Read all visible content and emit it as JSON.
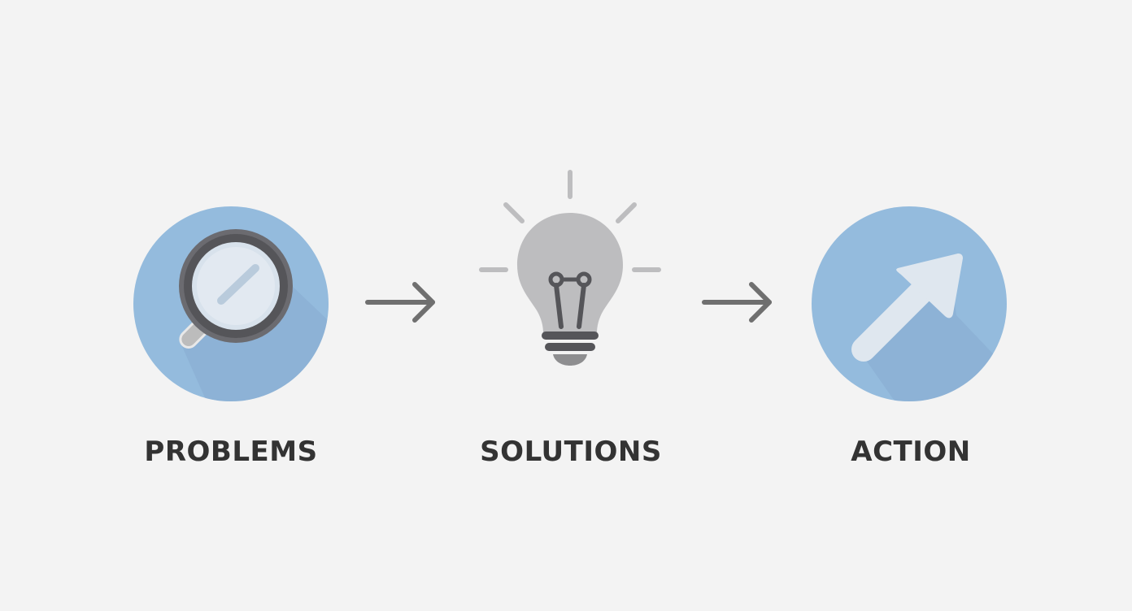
{
  "colors": {
    "background": "#f3f3f3",
    "circle_fill": "#94bbdd",
    "circle_shadow": "#86abcf",
    "icon_dark": "#555559",
    "icon_light": "#d8e2ec",
    "bulb_fill": "#bdbdbf",
    "arrow_color": "#6f6f6f",
    "text_color": "#333333"
  },
  "steps": [
    {
      "label": "PROBLEMS",
      "icon": "magnifying-glass-icon"
    },
    {
      "label": "SOLUTIONS",
      "icon": "lightbulb-icon"
    },
    {
      "label": "ACTION",
      "icon": "diagonal-arrow-icon"
    }
  ],
  "connectors": [
    {
      "icon": "right-arrow-icon"
    },
    {
      "icon": "right-arrow-icon"
    }
  ]
}
